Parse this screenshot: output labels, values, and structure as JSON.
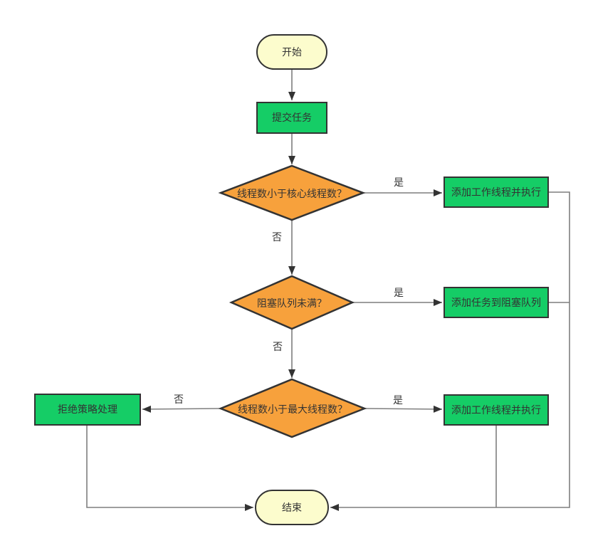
{
  "diagram": {
    "type": "flowchart",
    "background": "#ffffff",
    "colors": {
      "terminal_fill": "#FCFCCD",
      "process_fill": "#15CD66",
      "decision_fill": "#F7A13C",
      "shape_border": "#333333",
      "connector_line": "#7F7F7F",
      "arrowhead": "#333333",
      "text": "#333333"
    },
    "nodes": {
      "start": {
        "label": "开始",
        "shape": "terminal"
      },
      "submit": {
        "label": "提交任务",
        "shape": "process"
      },
      "d1": {
        "label": "线程数小于核心线程数？",
        "shape": "decision"
      },
      "box1": {
        "label": "添加工作线程并执行",
        "shape": "process"
      },
      "d2": {
        "label": "阻塞队列未满？",
        "shape": "decision"
      },
      "box2": {
        "label": "添加任务到阻塞队列",
        "shape": "process"
      },
      "d3": {
        "label": "线程数小于最大线程数？",
        "shape": "decision"
      },
      "box3": {
        "label": "添加工作线程并执行",
        "shape": "process"
      },
      "reject": {
        "label": "拒绝策略处理",
        "shape": "process"
      },
      "end": {
        "label": "结束",
        "shape": "terminal"
      }
    },
    "edge_labels": {
      "d1_yes": "是",
      "d1_no": "否",
      "d2_yes": "是",
      "d2_no": "否",
      "d3_yes": "是",
      "d3_no": "否"
    }
  }
}
